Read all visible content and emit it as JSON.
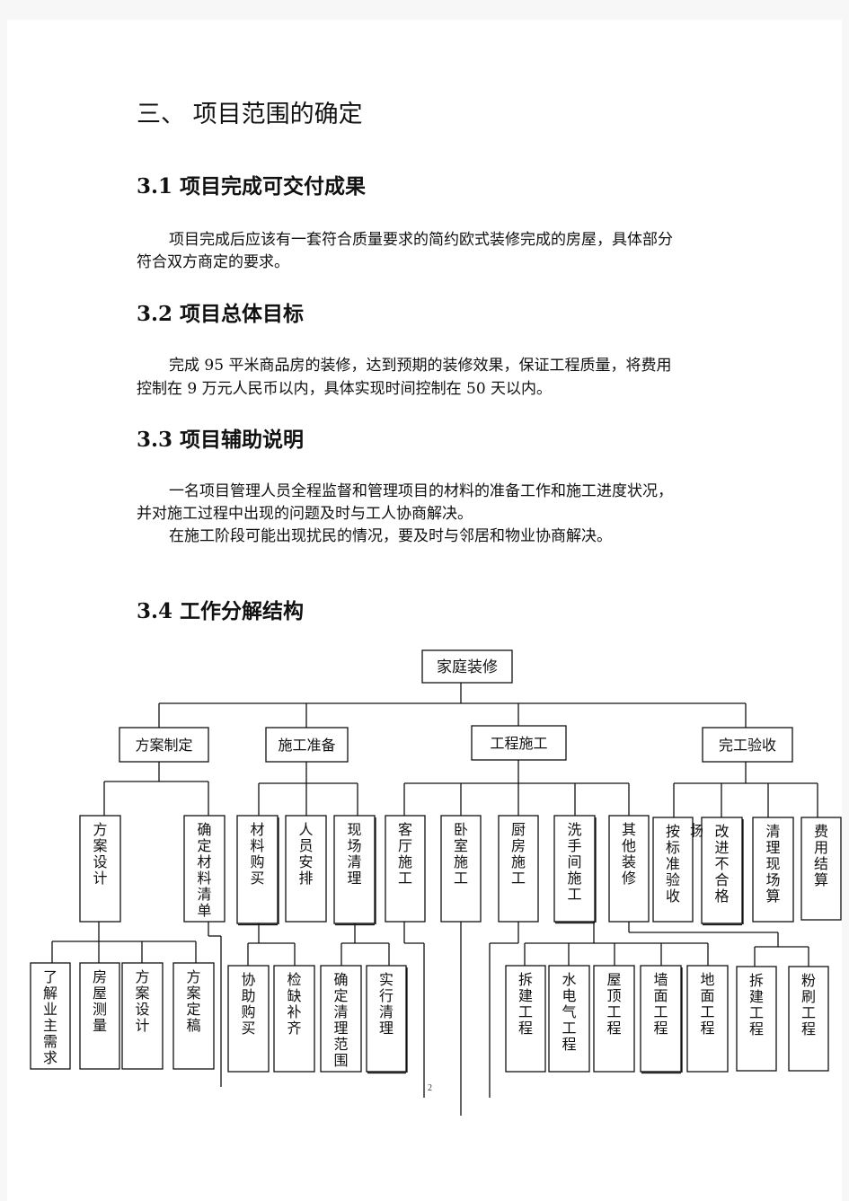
{
  "heading": "三、 项目范围的确定",
  "sections": [
    {
      "title": "3.1 项目完成可交付成果",
      "paragraphs": [
        [
          "项目完成后应该有一套符合质量要求的简约欧式装修完成的房屋，具体部分",
          "符合双方商定的要求。"
        ]
      ]
    },
    {
      "title": "3.2 项目总体目标",
      "paragraphs": [
        [
          "完成 95 平米商品房的装修，达到预期的装修效果，保证工程质量，将费用",
          "控制在 9 万元人民币以内，具体实现时间控制在 50 天以内。"
        ]
      ]
    },
    {
      "title": "3.3 项目辅助说明",
      "paragraphs": [
        [
          "一名项目管理人员全程监督和管理项目的材料的准备工作和施工进度状况，",
          "并对施工过程中出现的问题及时与工人协商解决。"
        ],
        [
          "在施工阶段可能出现扰民的情况，要及时与邻居和物业协商解决。"
        ]
      ]
    },
    {
      "title": "3.4 工作分解结构",
      "paragraphs": []
    }
  ],
  "wbs": {
    "root": "家庭装修",
    "level1": [
      "方案制定",
      "施工准备",
      "工程施工",
      "完工验收"
    ],
    "level2": [
      "方案设计",
      "确定材料清单",
      "材料购买",
      "人员安排",
      "现场清理",
      "客厅施工",
      "卧室施工",
      "厨房施工",
      "洗手间施工",
      "其他装修",
      "按标准验收",
      "改进不合格",
      "清理现场算",
      "费用结算"
    ],
    "level3": [
      "了解业主需求",
      "房屋测量",
      "方案设计",
      "方案定稿",
      "协助购买",
      "检缺补齐",
      "确定清理范围",
      "实行清理",
      "拆建工程",
      "水电气工程",
      "屋顶工程",
      "墙面工程",
      "地面工程",
      "拆建工程",
      "粉刷工程"
    ],
    "stray_char": "场"
  },
  "page_number": "2"
}
